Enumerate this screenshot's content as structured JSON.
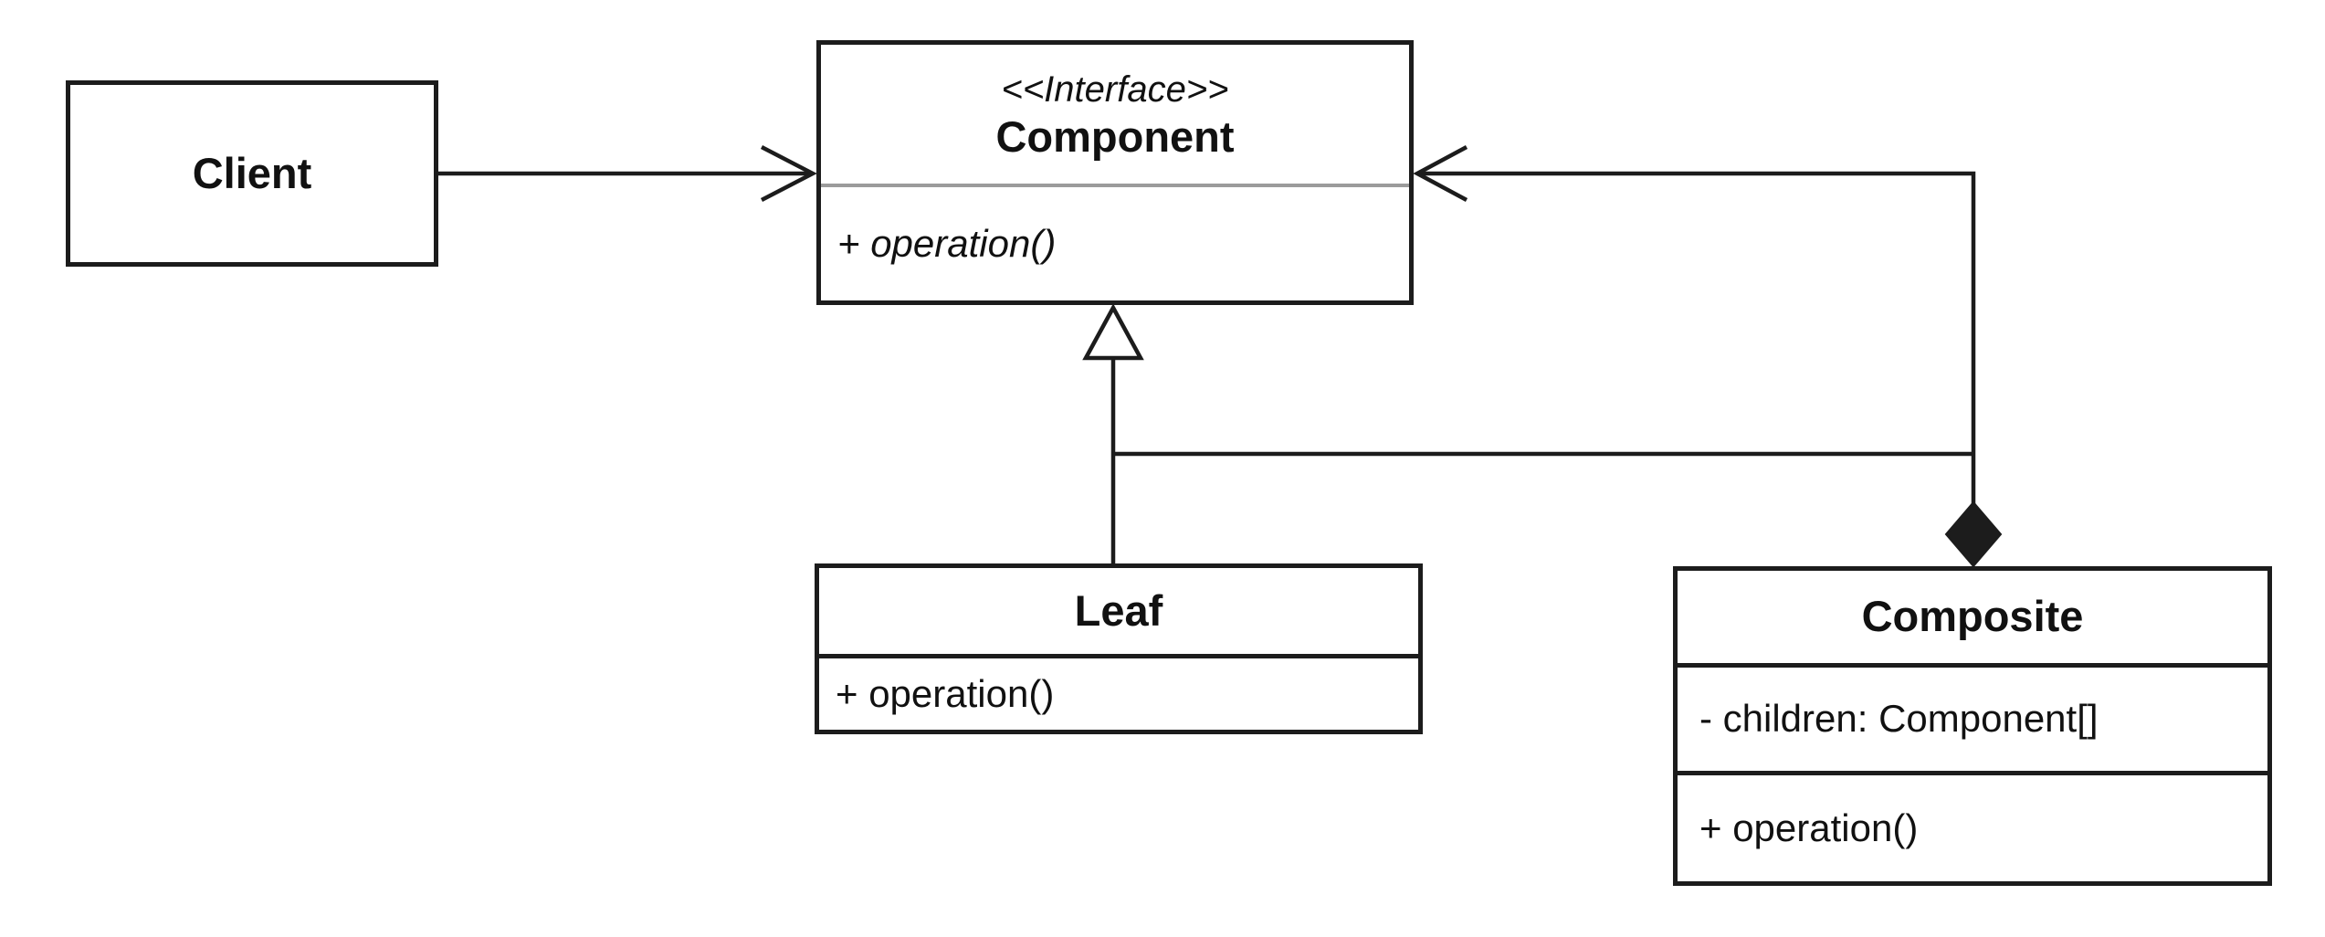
{
  "colors": {
    "stroke": "#1c1c1c",
    "component_divider": "#9b9b9b",
    "background": "#ffffff",
    "text": "#111111"
  },
  "classes": {
    "client": {
      "name": "Client"
    },
    "component": {
      "stereotype": "<<Interface>>",
      "name": "Component",
      "methods": [
        "+ operation()"
      ]
    },
    "leaf": {
      "name": "Leaf",
      "methods": [
        "+ operation()"
      ]
    },
    "composite": {
      "name": "Composite",
      "attributes": [
        "- children: Component[]"
      ],
      "methods": [
        "+ operation()"
      ]
    }
  },
  "relationships": [
    {
      "type": "association",
      "from": "Client",
      "to": "Component",
      "marker": "open-arrow"
    },
    {
      "type": "generalization",
      "from": "Leaf",
      "to": "Component",
      "marker": "hollow-triangle"
    },
    {
      "type": "generalization",
      "from": "Composite",
      "to": "Component",
      "marker": "hollow-triangle"
    },
    {
      "type": "composition",
      "from": "Composite",
      "to": "Component",
      "marker": "filled-diamond"
    }
  ]
}
